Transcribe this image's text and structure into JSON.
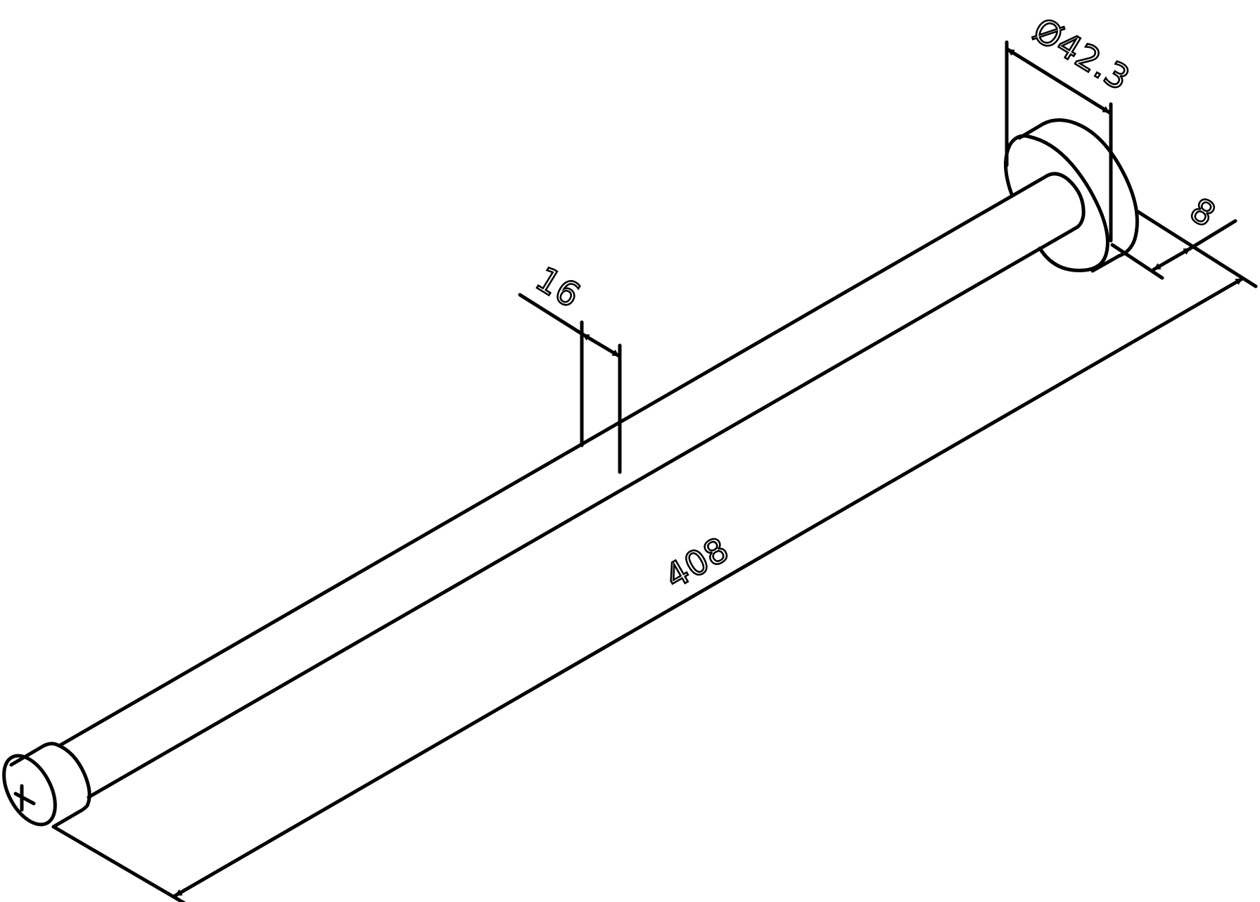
{
  "drawing": {
    "dimensions": {
      "length": "408",
      "diameter": "Ø42.3",
      "flange_thickness": "8",
      "tube_diameter": "16"
    },
    "line_color": "#000000",
    "background": "#ffffff"
  }
}
